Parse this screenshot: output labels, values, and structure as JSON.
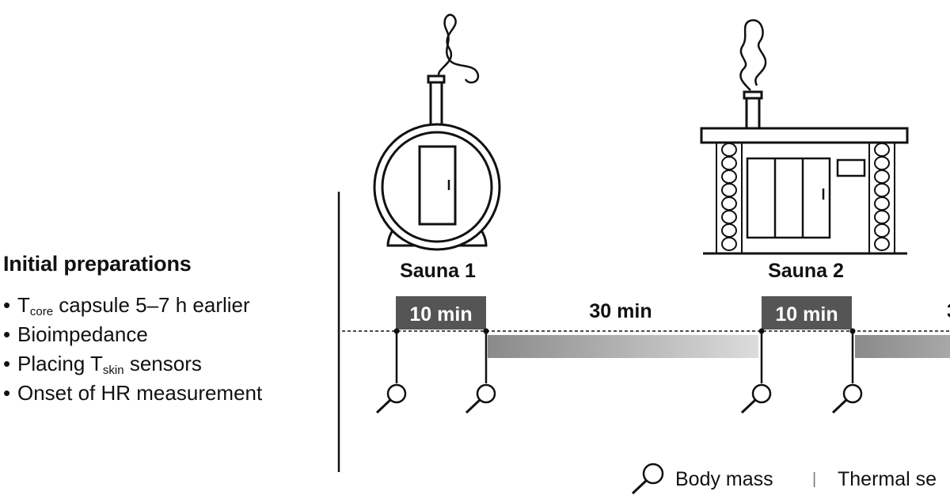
{
  "preparations": {
    "title": "Initial preparations",
    "items": [
      {
        "pre": "T",
        "sub": "core",
        "post": " capsule 5–7 h earlier"
      },
      {
        "pre": "Bioimpedance",
        "sub": "",
        "post": ""
      },
      {
        "pre": "Placing T",
        "sub": "skin",
        "post": " sensors"
      },
      {
        "pre": "Onset of HR measurement",
        "sub": "",
        "post": ""
      }
    ]
  },
  "timeline": {
    "sauna1_label": "Sauna 1",
    "sauna2_label": "Sauna 2",
    "sauna1_duration": "10 min",
    "sauna2_duration": "10 min",
    "rest_duration": "30 min",
    "truncated_label": "3"
  },
  "legend": {
    "body_mass_label": "Body mass",
    "separator": "|",
    "thermal_label": "Thermal se"
  },
  "colors": {
    "ink": "#111111",
    "duration_box": "#555555",
    "rest_bar_dark": "#8a8a8a",
    "rest_bar_light": "#dcdcdc"
  }
}
